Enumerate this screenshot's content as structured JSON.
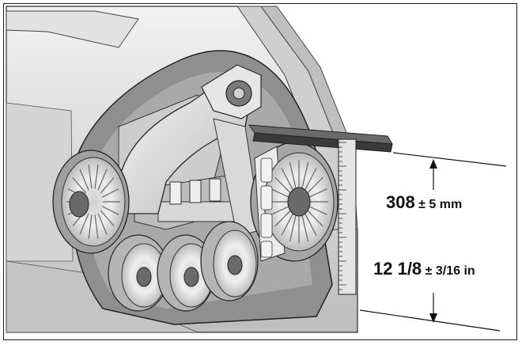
{
  "dimension_metric": {
    "value": "308",
    "tolerance": "± 5 mm"
  },
  "dimension_imperial": {
    "value": "12 1/8",
    "tolerance": "± 3/16 in"
  },
  "colors": {
    "outline": "#2a2a2a",
    "hull_light": "#e6e6e6",
    "hull_mid": "#c8c8c8",
    "hull_dark": "#9a9a9a",
    "bracket": "#555555",
    "ruler": "#dcdcdc"
  }
}
